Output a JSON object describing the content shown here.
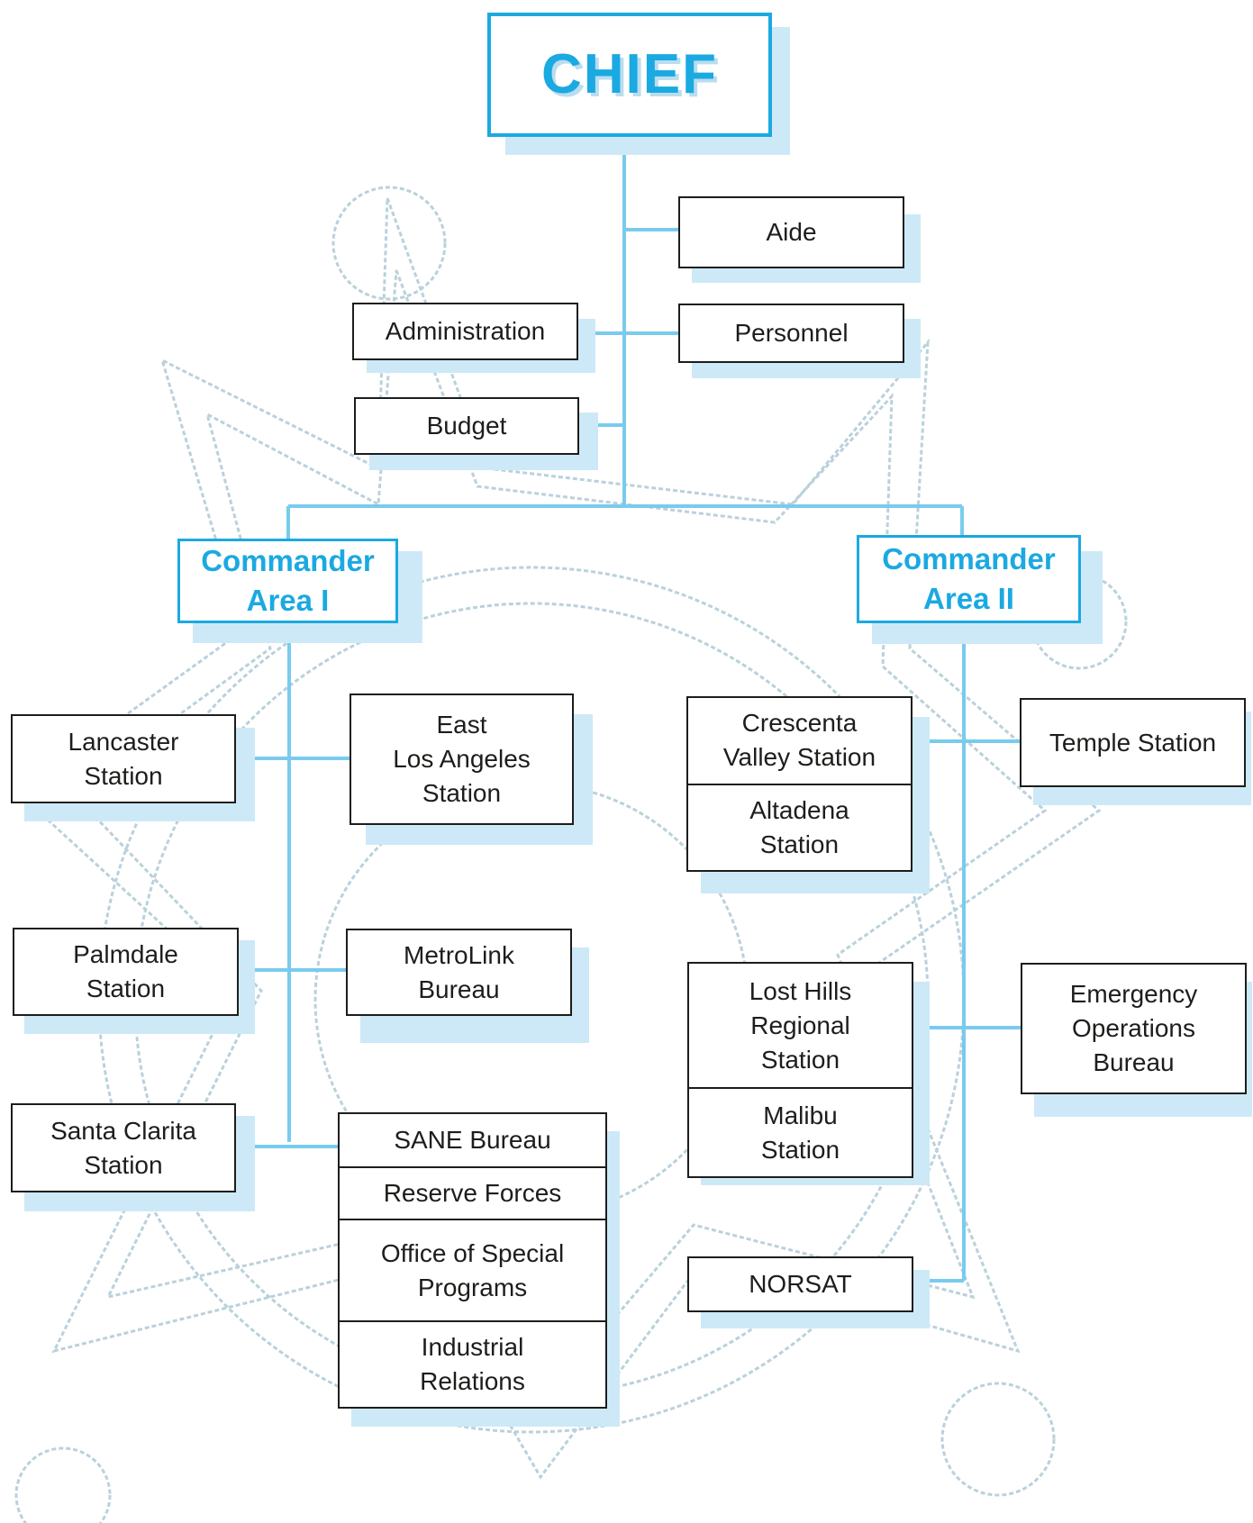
{
  "chief": {
    "label": "CHIEF"
  },
  "staff": {
    "aide": "Aide",
    "administration": "Administration",
    "personnel": "Personnel",
    "budget": "Budget"
  },
  "area1": {
    "commander": "Commander\nArea I",
    "lancaster": "Lancaster\nStation",
    "east_la": "East\nLos Angeles\nStation",
    "palmdale": "Palmdale\nStation",
    "metrolink": "MetroLink\nBureau",
    "santa_clarita": "Santa Clarita\nStation",
    "sane_group": [
      "SANE Bureau",
      "Reserve Forces",
      "Office of Special\nPrograms",
      "Industrial\nRelations"
    ]
  },
  "area2": {
    "commander": "Commander\nArea II",
    "crescenta_group": [
      "Crescenta\nValley Station",
      "Altadena\nStation"
    ],
    "temple": "Temple Station",
    "lost_hills_group": [
      "Lost Hills\nRegional\nStation",
      "Malibu\nStation"
    ],
    "emergency_ops": "Emergency\nOperations\nBureau",
    "norsat": "NORSAT"
  },
  "colors": {
    "accent": "#1ba9e1",
    "connector": "#79cbee",
    "shadow": "#cde9f7",
    "watermark": "#a9c6d3"
  }
}
